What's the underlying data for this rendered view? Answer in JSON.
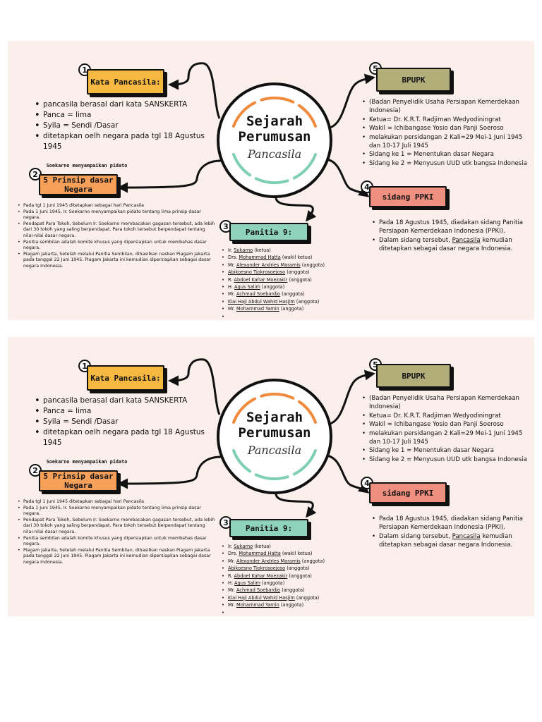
{
  "panels": [
    {
      "center": {
        "line1": "Sejarah",
        "line2": "Perumusan",
        "line3": "Pancasila"
      },
      "node1": {
        "badge": "1",
        "title": "Kata Pancasila:",
        "color": "#f5b942",
        "items": [
          "pancasila berasal dari kata SANSKERTA",
          "Panca = lima",
          "Syila = Sendi /Dasar",
          "ditetapkan oelh negara pada tgl 18 Agustus 1945"
        ]
      },
      "node2": {
        "badge": "2",
        "label": "Soekarno menyampaikan pidato",
        "title": "5 Prinsip dasar Negara",
        "color": "#f7a05a",
        "items": [
          "Pada tgl 1 Juni 1945 ditetapkan sebagai hari Pancasila",
          "Pada 1 Juni 1945, Ir. Soekarno menyampaikan pidato tentang lima prinsip dasar negara.",
          "Pendapat Para Tokoh, Sebelum Ir. Soekarno membacakan gagasan tersebut, ada lebih dari 30 tokoh yang saling berpendapat. Para tokoh tersebut berpendapat tentang nilai-nilai dasar negara.",
          "Panitia sembilan adalah komite khusus yang dipersiapkan untuk membahas dasar negara.",
          "Piagam Jakarta, Setelah melalui Panitia Sembilan, dihasilkan naskan Piagam Jakarta pada tanggal 22 Juni 1945. Piagam Jakarta ini kemudian dipersiapkan sebagai dasar negara Indonesia."
        ]
      },
      "node3": {
        "badge": "3",
        "title": "Panitia 9:",
        "color": "#8fd3bd",
        "items": [
          {
            "pre": "Ir. ",
            "name": "Sukarno",
            "post": " (ketua)"
          },
          {
            "pre": "Drs. ",
            "name": "Mohammad Hatta",
            "post": " (wakil ketua)"
          },
          {
            "pre": "Mr. ",
            "name": "Alexander Andries Maramis",
            "post": " (anggota)"
          },
          {
            "pre": "",
            "name": "Abikoesno Tjokrosoejoso",
            "post": " (anggota)"
          },
          {
            "pre": "R. ",
            "name": "Abdoel Kahar Moezakir",
            "post": " (anggota)"
          },
          {
            "pre": "H. ",
            "name": "Agus Salim",
            "post": " (anggota)"
          },
          {
            "pre": "Mr. ",
            "name": "Achmad Soebardjo",
            "post": " (anggota)"
          },
          {
            "pre": "",
            "name": "Kiai Haji Abdul Wahid Hasjim",
            "post": " (anggota)"
          },
          {
            "pre": "Mr. ",
            "name": "Mohammad Yamin",
            "post": " (anggota)"
          },
          {
            "pre": "",
            "name": "",
            "post": ""
          }
        ]
      },
      "node4": {
        "badge": "4",
        "title": "sidang PPKI",
        "color": "#ef8f7f",
        "items": [
          {
            "text": "Pada 18 Agustus 1945, diadakan sidang Panitia Persiapan Kemerdekaan Indonesia (PPKI).",
            "pre": "",
            "u": "",
            "post": ""
          },
          {
            "text": "",
            "pre": "Dalam sidang tersebut, ",
            "u": "Pancasila",
            "post": " kemudian ditetapkan sebagai dasar negara Indonesia."
          }
        ]
      },
      "node5": {
        "badge": "5",
        "title": "BPUPK",
        "color": "#b1ae7a",
        "items": [
          "(Badan Penyelidik Usaha Persiapan Kemerdekaan Indonesia)",
          "Ketua= Dr. K.R.T. Radjiman Wedyodiningrat",
          "Wakil = Ichibangase Yosio dan Panji Soeroso",
          "melakukan persidangan 2 Kali=29 Mei-1 Juni 1945 dan 10-17 Juli 1945",
          "Sidang ke 1 = Menentukan dasar Negara",
          "Sidang ke 2 = Menyusun UUD utk bangsa Indonesia"
        ]
      }
    }
  ],
  "colors": {
    "panel_bg": "#fbefec",
    "ring_orange": "#f08a3c",
    "ring_teal": "#7fcfb5"
  },
  "icons": [
    "arrow-icon"
  ]
}
